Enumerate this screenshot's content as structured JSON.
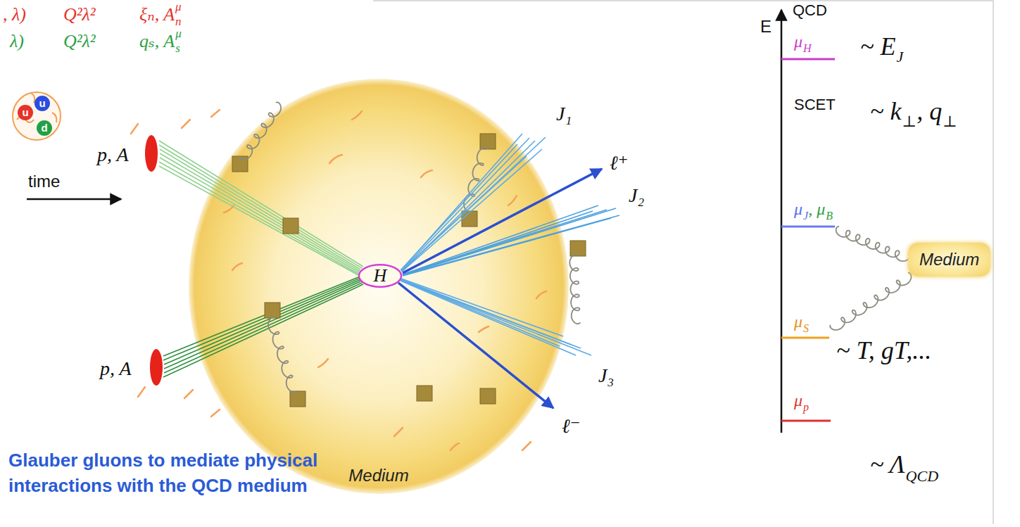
{
  "diagram": {
    "nodes": [
      {
        "text": [
          "Medium"
        ]
      },
      {
        "text": [
          "H"
        ],
        "in": 0
      },
      {
        "text": [
          "Medium"
        ]
      }
    ],
    "labels": [
      ", λ)",
      "Q²λ²",
      "ξₙ, A",
      "μ",
      "n",
      "λ)",
      "Q²λ²",
      "qₛ, A",
      "μ",
      "s",
      "u",
      "u",
      "d",
      "p, A",
      "time",
      "p, A",
      "J₁",
      "ℓ⁺",
      "J₂",
      "J₃",
      "ℓ⁻",
      "E",
      "QCD",
      "μ",
      "H",
      "~ E",
      "J",
      "SCET",
      "~ k",
      "⊥",
      ", q",
      "⊥",
      "μ",
      "J",
      ", μ",
      "B",
      "μ",
      "S",
      "~ T, gT,...",
      "μ",
      "p",
      "~ Λ",
      "QCD",
      "Glauber gluons to mediate physical interactions with the QCD medium"
    ]
  }
}
